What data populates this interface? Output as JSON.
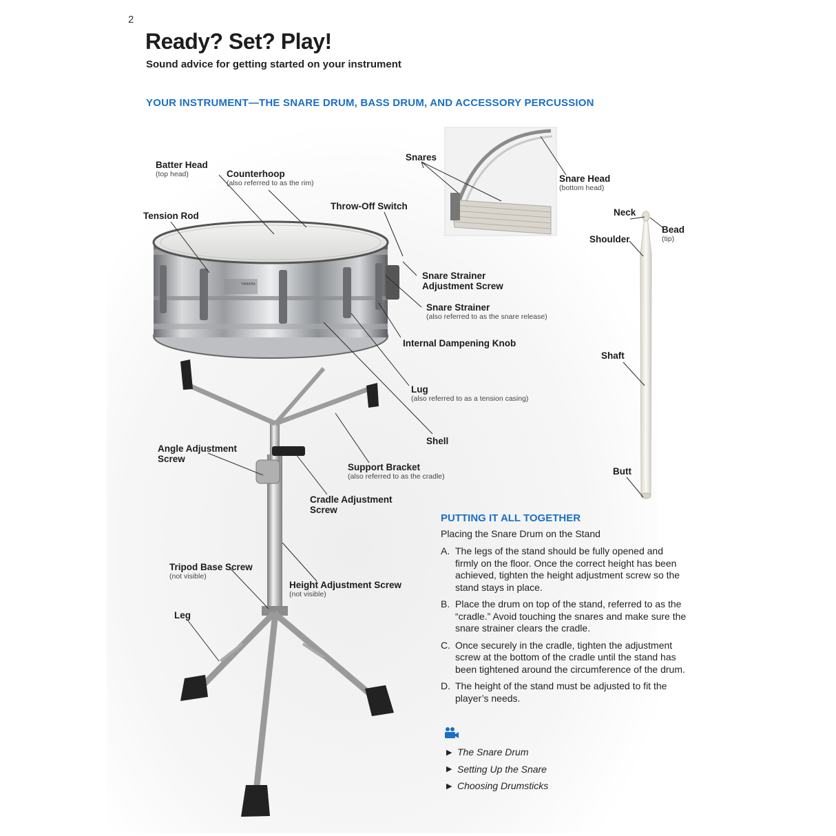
{
  "page_number": "2",
  "title": "Ready? Set? Play!",
  "subtitle": "Sound advice for getting started on your instrument",
  "section_heading": "YOUR INSTRUMENT—THE SNARE DRUM, BASS DRUM, AND ACCESSORY PERCUSSION",
  "labels": {
    "batter_head": "Batter Head",
    "batter_head_sub": "(top head)",
    "counterhoop": "Counterhoop",
    "counterhoop_sub": "(also referred to as the rim)",
    "tension_rod": "Tension Rod",
    "throw_off": "Throw-Off Switch",
    "snares": "Snares",
    "snare_head": "Snare Head",
    "snare_head_sub": "(bottom head)",
    "strainer_adj_1": "Snare Strainer",
    "strainer_adj_2": "Adjustment Screw",
    "snare_strainer": "Snare Strainer",
    "snare_strainer_sub": "(also referred to as the snare release)",
    "dampening": "Internal Dampening Knob",
    "lug": "Lug",
    "lug_sub": "(also referred to as a tension casing)",
    "shell": "Shell",
    "angle_adj_1": "Angle Adjustment",
    "angle_adj_2": "Screw",
    "support_bracket": "Support Bracket",
    "support_bracket_sub": "(also referred to as the cradle)",
    "cradle_adj_1": "Cradle Adjustment",
    "cradle_adj_2": "Screw",
    "tripod": "Tripod Base Screw",
    "tripod_sub": "(not visible)",
    "height_adj": "Height Adjustment Screw",
    "height_adj_sub": "(not visible)",
    "leg": "Leg",
    "neck": "Neck",
    "bead": "Bead",
    "bead_sub": "(tip)",
    "shoulder": "Shoulder",
    "shaft": "Shaft",
    "butt": "Butt",
    "drum_brand": "YAMAHA"
  },
  "putting_together": {
    "heading": "PUTTING IT ALL TOGETHER",
    "subheading": "Placing the Snare Drum on the Stand",
    "steps": [
      {
        "letter": "A.",
        "text": "The legs of the stand should be fully opened and firmly on the floor. Once the correct height has been achieved, tighten the height adjustment screw so the stand stays in place."
      },
      {
        "letter": "B.",
        "text": "Place the drum on top of the stand, referred to as the “cradle.” Avoid touching the snares and make sure the snare strainer clears the cradle."
      },
      {
        "letter": "C.",
        "text": "Once securely in the cradle, tighten the adjustment screw at the bottom of the cradle until the stand has been tightened around the circumference of the drum."
      },
      {
        "letter": "D.",
        "text": "The height of the stand must be adjusted to fit the player’s needs."
      }
    ],
    "videos": [
      "The Snare Drum",
      "Setting Up the Snare",
      "Choosing Drumsticks"
    ]
  },
  "colors": {
    "accent": "#1a6fc4",
    "text": "#1b1b1b"
  }
}
